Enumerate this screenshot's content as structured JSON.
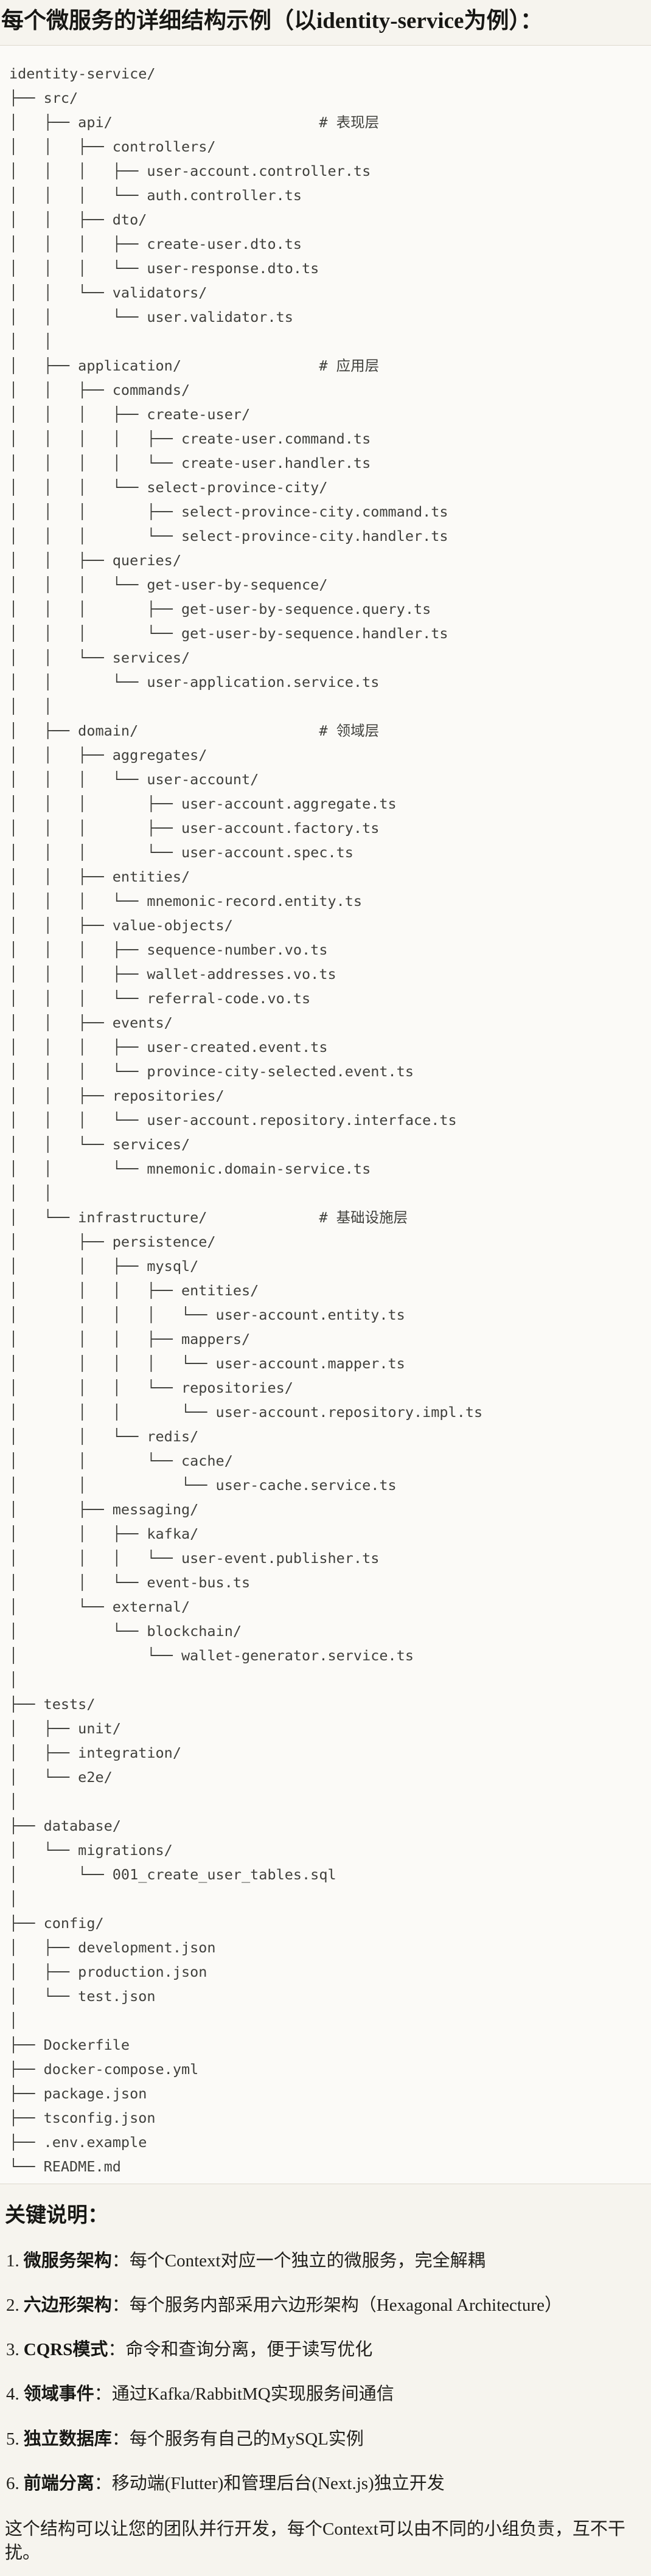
{
  "title": "每个微服务的详细结构示例（以identity-service为例）：",
  "tree": {
    "lines": [
      "identity-service/",
      "├── src/",
      "│   ├── api/                        # 表现层",
      "│   │   ├── controllers/",
      "│   │   │   ├── user-account.controller.ts",
      "│   │   │   └── auth.controller.ts",
      "│   │   ├── dto/",
      "│   │   │   ├── create-user.dto.ts",
      "│   │   │   └── user-response.dto.ts",
      "│   │   └── validators/",
      "│   │       └── user.validator.ts",
      "│   │",
      "│   ├── application/                # 应用层",
      "│   │   ├── commands/",
      "│   │   │   ├── create-user/",
      "│   │   │   │   ├── create-user.command.ts",
      "│   │   │   │   └── create-user.handler.ts",
      "│   │   │   └── select-province-city/",
      "│   │   │       ├── select-province-city.command.ts",
      "│   │   │       └── select-province-city.handler.ts",
      "│   │   ├── queries/",
      "│   │   │   └── get-user-by-sequence/",
      "│   │   │       ├── get-user-by-sequence.query.ts",
      "│   │   │       └── get-user-by-sequence.handler.ts",
      "│   │   └── services/",
      "│   │       └── user-application.service.ts",
      "│   │",
      "│   ├── domain/                     # 领域层",
      "│   │   ├── aggregates/",
      "│   │   │   └── user-account/",
      "│   │   │       ├── user-account.aggregate.ts",
      "│   │   │       ├── user-account.factory.ts",
      "│   │   │       └── user-account.spec.ts",
      "│   │   ├── entities/",
      "│   │   │   └── mnemonic-record.entity.ts",
      "│   │   ├── value-objects/",
      "│   │   │   ├── sequence-number.vo.ts",
      "│   │   │   ├── wallet-addresses.vo.ts",
      "│   │   │   └── referral-code.vo.ts",
      "│   │   ├── events/",
      "│   │   │   ├── user-created.event.ts",
      "│   │   │   └── province-city-selected.event.ts",
      "│   │   ├── repositories/",
      "│   │   │   └── user-account.repository.interface.ts",
      "│   │   └── services/",
      "│   │       └── mnemonic.domain-service.ts",
      "│   │",
      "│   └── infrastructure/             # 基础设施层",
      "│       ├── persistence/",
      "│       │   ├── mysql/",
      "│       │   │   ├── entities/",
      "│       │   │   │   └── user-account.entity.ts",
      "│       │   │   ├── mappers/",
      "│       │   │   │   └── user-account.mapper.ts",
      "│       │   │   └── repositories/",
      "│       │   │       └── user-account.repository.impl.ts",
      "│       │   └── redis/",
      "│       │       └── cache/",
      "│       │           └── user-cache.service.ts",
      "│       ├── messaging/",
      "│       │   ├── kafka/",
      "│       │   │   └── user-event.publisher.ts",
      "│       │   └── event-bus.ts",
      "│       └── external/",
      "│           └── blockchain/",
      "│               └── wallet-generator.service.ts",
      "│",
      "├── tests/",
      "│   ├── unit/",
      "│   ├── integration/",
      "│   └── e2e/",
      "│",
      "├── database/",
      "│   └── migrations/",
      "│       └── 001_create_user_tables.sql",
      "│",
      "├── config/",
      "│   ├── development.json",
      "│   ├── production.json",
      "│   └── test.json",
      "│",
      "├── Dockerfile",
      "├── docker-compose.yml",
      "├── package.json",
      "├── tsconfig.json",
      "├── .env.example",
      "└── README.md"
    ]
  },
  "notes": {
    "heading": "关键说明：",
    "items": [
      {
        "num": "1.",
        "term": "微服务架构",
        "sep": "：",
        "desc": "每个Context对应一个独立的微服务，完全解耦"
      },
      {
        "num": "2.",
        "term": "六边形架构",
        "sep": "：",
        "desc": "每个服务内部采用六边形架构（Hexagonal Architecture）"
      },
      {
        "num": "3.",
        "term": "CQRS模式",
        "sep": "：",
        "desc": "命令和查询分离，便于读写优化"
      },
      {
        "num": "4.",
        "term": "领域事件",
        "sep": "：",
        "desc": "通过Kafka/RabbitMQ实现服务间通信"
      },
      {
        "num": "5.",
        "term": "独立数据库",
        "sep": "：",
        "desc": "每个服务有自己的MySQL实例"
      },
      {
        "num": "6.",
        "term": "前端分离",
        "sep": "：",
        "desc": "移动端(Flutter)和管理后台(Next.js)独立开发"
      }
    ],
    "footer": "这个结构可以让您的团队并行开发，每个Context可以由不同的小组负责，互不干扰。"
  },
  "colors": {
    "page_bg": "#f6f4ee",
    "code_bg": "#fbfaf7",
    "border": "#ddd9ce",
    "heading_text": "#171714",
    "body_text": "#21201c",
    "tree_text": "#40403c"
  }
}
